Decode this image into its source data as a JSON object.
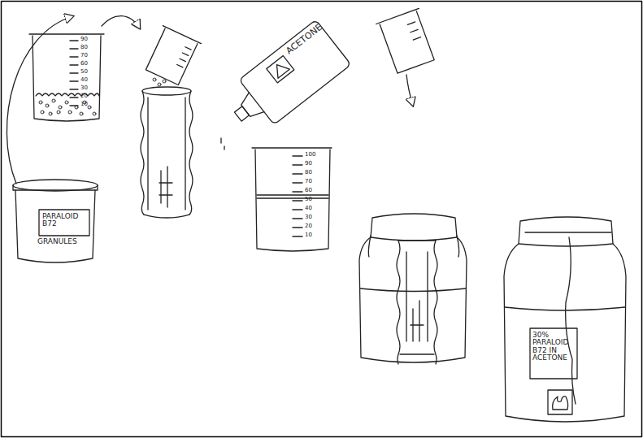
{
  "diagram": {
    "labels": [
      "PARALOID B72",
      "GRANULES",
      "ACETONE",
      "30% PARALOID B72 IN ACETONE",
      "90",
      "80",
      "70",
      "60",
      "50",
      "40",
      "30",
      "20",
      "10",
      "100",
      "90",
      "80",
      "70",
      "60",
      "50",
      "40",
      "30",
      "20",
      "10"
    ]
  }
}
